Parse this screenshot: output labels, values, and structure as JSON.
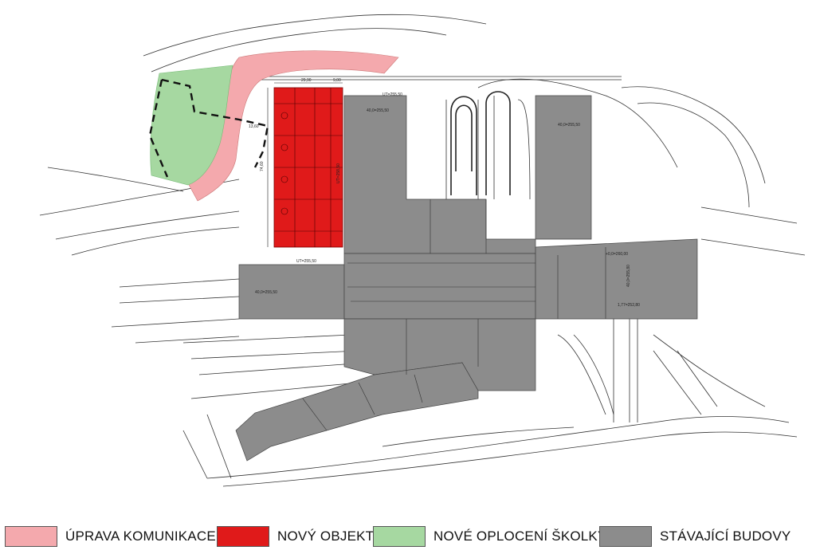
{
  "colors": {
    "road": "#f4a9ad",
    "new_building": "#e01a1a",
    "fence": "#a6d8a1",
    "existing": "#8c8c8c",
    "line": "#222222"
  },
  "dimensions": [
    "29,90",
    "9,00",
    "13,60",
    "74,60"
  ],
  "building_labels": [
    "40,0=255,50",
    "UT=255,50",
    "UT=258,50",
    "40,0=255,50",
    "40,0=255,50",
    "UT=255,50",
    "40,0=255,80",
    "1,77=252,80",
    "+0,0=260,00"
  ],
  "legend": {
    "items": [
      {
        "key": "road",
        "label": "ÚPRAVA KOMUNIKACE"
      },
      {
        "key": "new_building",
        "label": "NOVÝ OBJEKT"
      },
      {
        "key": "fence",
        "label": "NOVÉ OPLOCENÍ ŠKOLKY"
      },
      {
        "key": "existing",
        "label": "STÁVAJÍCÍ BUDOVY"
      }
    ]
  }
}
